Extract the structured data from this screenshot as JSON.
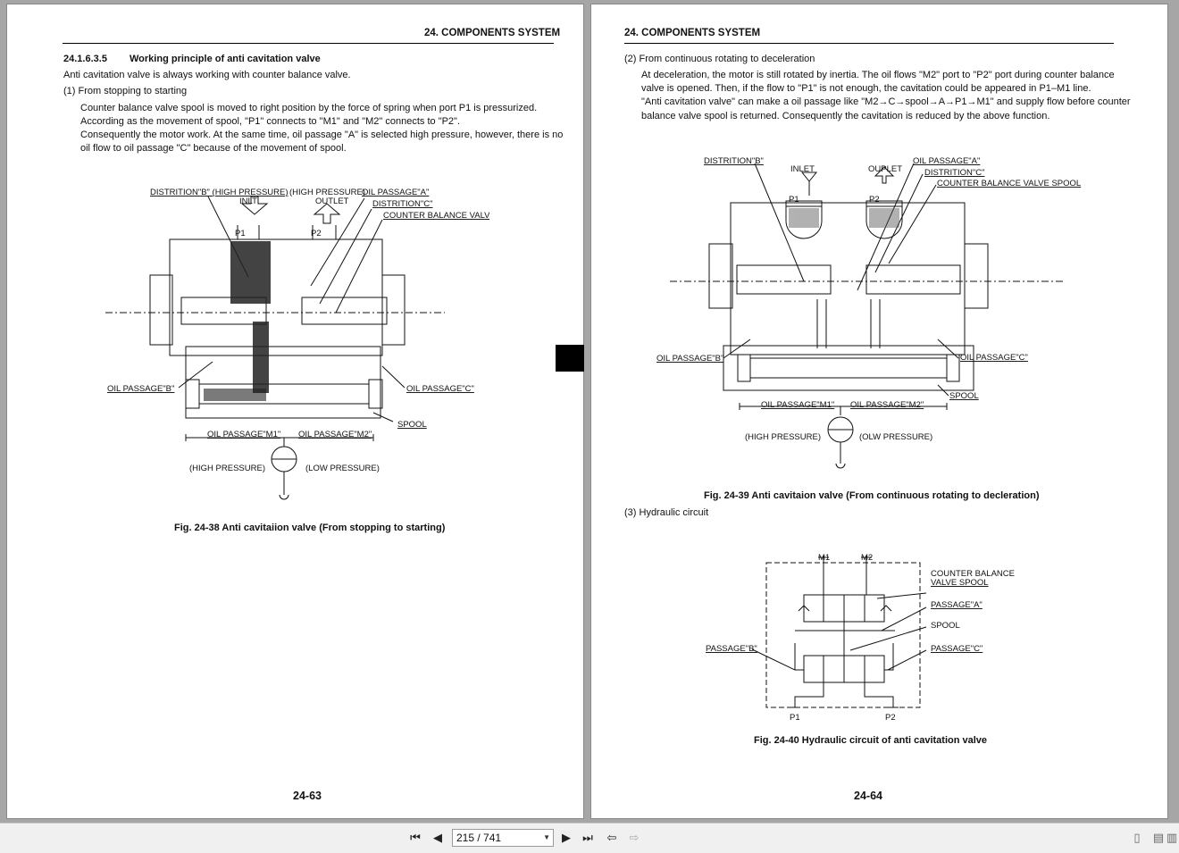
{
  "page_left": {
    "header": "24. COMPONENTS SYSTEM",
    "section_number": "24.1.6.3.5",
    "section_title": "Working principle of anti cavitation valve",
    "intro": "Anti cavitation valve is always working with counter balance valve.",
    "item1_heading": "(1)  From stopping to starting",
    "item1_body": [
      "Counter balance valve spool is moved to right position by the force of spring when port P1 is pressurized.",
      "According as the movement of spool, \"P1\" connects to \"M1\" and \"M2\" connects to  \"P2\".",
      "Consequently the motor work. At the same time, oil passage \"A\" is selected high pressure, however, there is no",
      "oil flow to oil passage \"C\" because of the movement of spool."
    ],
    "figure": {
      "labels": {
        "distrition_b": "DISTRITION\"B\" (HIGH PRESSURE)",
        "high_pressure_top": "(HIGH PRESSURE)",
        "oil_passage_a": "OIL PASSAGE\"A\"",
        "inlt": "INLT",
        "outlet": "OUTLET",
        "distrition_c": "DISTRITION\"C\"",
        "counter_balance": "COUNTER BALANCE VALVE SPOOL",
        "p1": "P1",
        "p2": "P2",
        "oil_passage_b": "OIL PASSAGE\"B\"",
        "oil_passage_c": "OIL PASSAGE\"C\"",
        "spool": "SPOOL",
        "oil_passage_m1": "OIL PASSAGE\"M1\"",
        "oil_passage_m2": "OIL PASSAGE\"M2\"",
        "high_pressure": "(HIGH PRESSURE)",
        "low_pressure": "(LOW PRESSURE)"
      }
    },
    "caption": "Fig. 24-38 Anti cavitaiion valve (From stopping to starting)",
    "page_number": "24-63"
  },
  "page_right": {
    "header": "24. COMPONENTS SYSTEM",
    "item2_heading": "(2)  From continuous rotating to deceleration",
    "item2_body": [
      "At deceleration, the motor is still rotated by inertia. The oil flows \"M2\" port to \"P2\" port during counter balance",
      "valve is opened. Then, if the flow to \"P1\" is not enough, the cavitation could be appeared in P1–M1 line.",
      "\"Anti cavitation valve\" can make a oil passage like \"M2→C→spool→A→P1→M1\" and supply flow before counter",
      "balance valve spool is returned. Consequently the cavitation is reduced by the above function."
    ],
    "figure": {
      "labels": {
        "distrition_b": "DISTRITION\"B\"",
        "inlet": "INLET",
        "ouplet": "OUPLET",
        "oil_passage_a": "OIL PASSAGE\"A\"",
        "distrition_c": "DISTRITION\"C\"",
        "counter_balance": "COUNTER BALANCE VALVE SPOOL",
        "p1": "P1",
        "p2": "P2",
        "oil_passage_b": "OIL PASSAGE\"B\"",
        "oil_passage_c": "OIL PASSAGE\"C\"",
        "spool": "SPOOL",
        "oil_passage_m1": "OIL PASSAGE\"M1\"",
        "oil_passage_m2": "OIL PASSAGE\"M2\"",
        "high_pressure": "(HIGH PRESSURE)",
        "low_pressure": "(OLW PRESSURE)"
      }
    },
    "caption1": "Fig. 24-39 Anti cavitaion valve (From continuous rotating to decleration)",
    "item3_heading": "(3)  Hydraulic circuit",
    "circuit": {
      "labels": {
        "m1": "M1",
        "m2": "M2",
        "counter_balance_1": "COUNTER BALANCE",
        "counter_balance_2": "VALVE SPOOL",
        "passage_a": "PASSAGE\"A\"",
        "spool": "SPOOL",
        "passage_b": "PASSAGE\"B\"",
        "passage_c": "PASSAGE\"C\"",
        "p1": "P1",
        "p2": "P2"
      }
    },
    "caption2": "Fig. 24-40 Hydraulic circuit of anti cavitation valve",
    "page_number": "24-64"
  },
  "toolbar": {
    "page_field": "215 / 741",
    "first_icon": "first-page-icon",
    "prev_icon": "previous-page-icon",
    "next_icon": "next-page-icon",
    "last_icon": "last-page-icon",
    "back_icon": "previous-view-icon",
    "forward_icon": "next-view-icon",
    "single_page_icon": "single-page-view-icon",
    "two_page_icon": "two-page-view-icon",
    "continuous_icon": "continuous-view-icon"
  }
}
